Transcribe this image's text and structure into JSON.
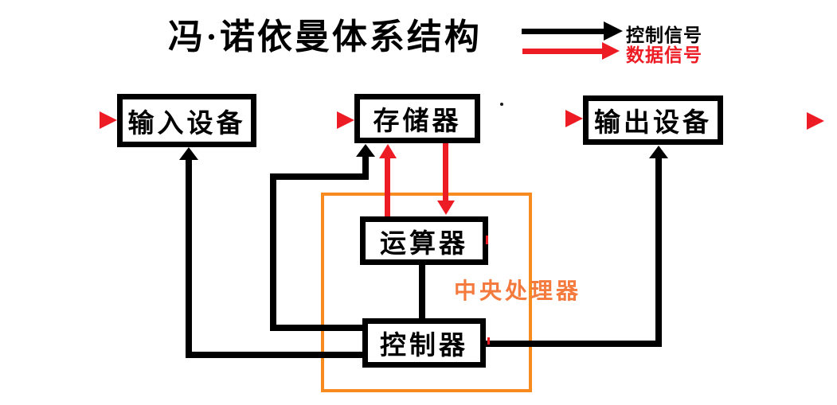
{
  "title": "冯·诺依曼体系结构",
  "legend": {
    "control_label": "控制信号",
    "data_label": "数据信号"
  },
  "nodes": {
    "input_device": "输入设备",
    "memory": "存储器",
    "output_device": "输出设备",
    "alu": "运算器",
    "control_unit": "控制器"
  },
  "cpu_label": "中央处理器",
  "colors": {
    "control_signal": "#000000",
    "data_signal": "#ed1c24",
    "cpu_border": "#f78b1f",
    "cpu_label_text": "#f47a3e"
  },
  "edges": [
    {
      "from": "external-left",
      "to": "input_device",
      "type": "data"
    },
    {
      "from": "input_device",
      "to": "memory",
      "type": "data"
    },
    {
      "from": "memory",
      "to": "output_device",
      "type": "data"
    },
    {
      "from": "output_device",
      "to": "external-right",
      "type": "data"
    },
    {
      "from": "alu",
      "to": "memory",
      "type": "data"
    },
    {
      "from": "memory",
      "to": "alu",
      "type": "data"
    },
    {
      "from": "control_unit",
      "to": "memory",
      "type": "control"
    },
    {
      "from": "control_unit",
      "to": "input_device",
      "type": "control"
    },
    {
      "from": "control_unit",
      "to": "output_device",
      "type": "control"
    },
    {
      "from": "alu",
      "to": "control_unit",
      "type": "link"
    }
  ]
}
